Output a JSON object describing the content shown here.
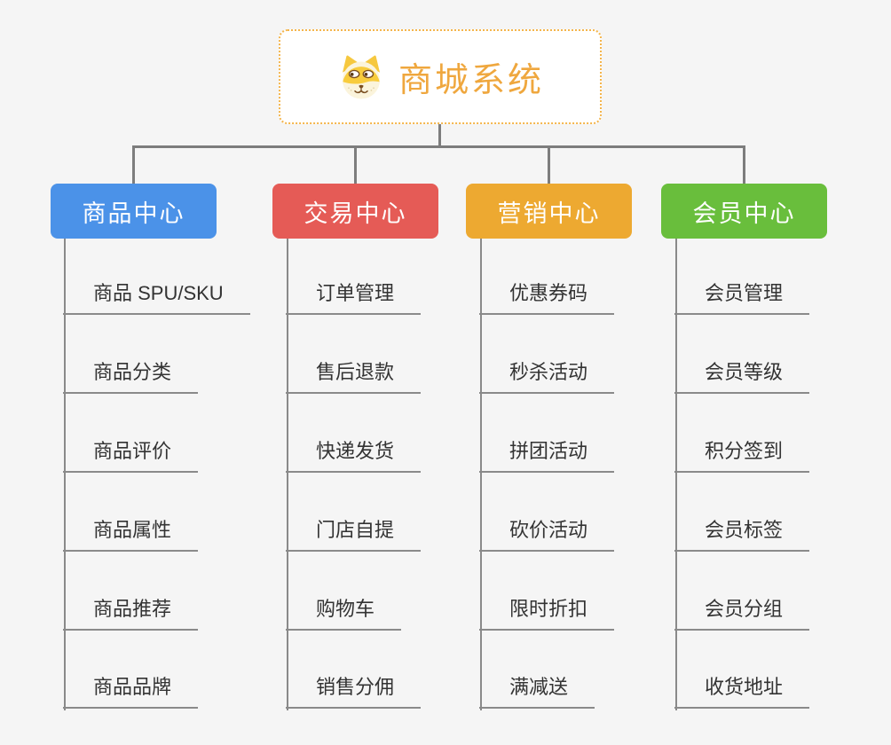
{
  "root": {
    "title": "商城系统",
    "icon": "dog-face-icon"
  },
  "colors": {
    "canvas_background": "#f5f5f5",
    "root_border": "#f4b54c",
    "root_text": "#efa73e",
    "connector_line": "#7d7d7d",
    "child_underline": "#8a8a8a",
    "child_text": "#333333",
    "branch_product": "#4b92e8",
    "branch_trade": "#e55b56",
    "branch_marketing": "#eda931",
    "branch_member": "#69be3c"
  },
  "branches": [
    {
      "label": "商品中心",
      "color": "#4b92e8",
      "children": [
        "商品 SPU/SKU",
        "商品分类",
        "商品评价",
        "商品属性",
        "商品推荐",
        "商品品牌"
      ]
    },
    {
      "label": "交易中心",
      "color": "#e55b56",
      "children": [
        "订单管理",
        "售后退款",
        "快递发货",
        "门店自提",
        "购物车",
        "销售分佣"
      ]
    },
    {
      "label": "营销中心",
      "color": "#eda931",
      "children": [
        "优惠券码",
        "秒杀活动",
        "拼团活动",
        "砍价活动",
        "限时折扣",
        "满减送"
      ]
    },
    {
      "label": "会员中心",
      "color": "#69be3c",
      "children": [
        "会员管理",
        "会员等级",
        "积分签到",
        "会员标签",
        "会员分组",
        "收货地址"
      ]
    }
  ]
}
